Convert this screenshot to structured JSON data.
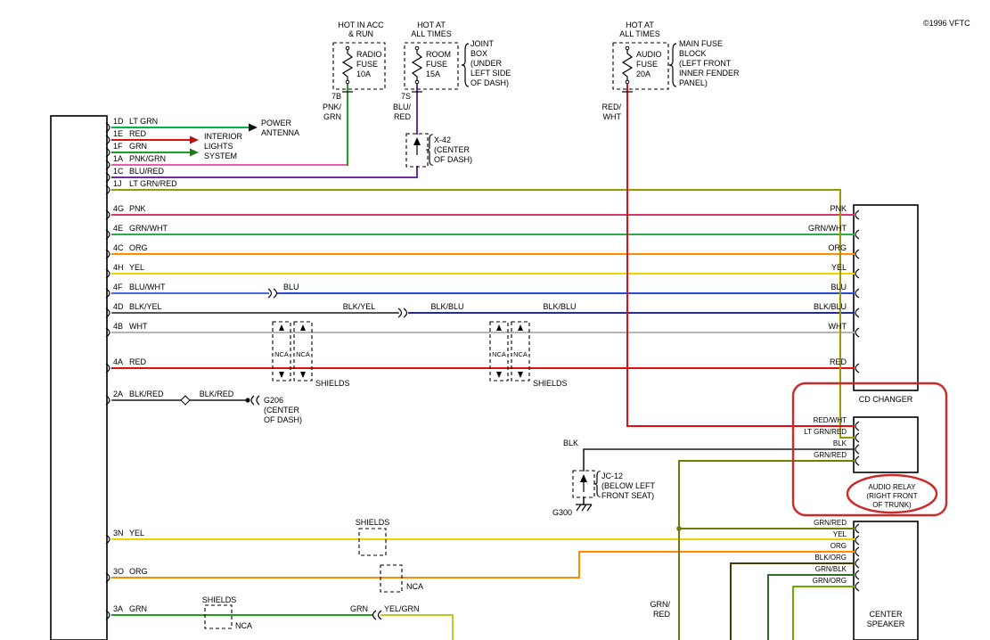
{
  "copyright": "©1996 VFTC",
  "colors": {
    "highlight": "#cc2a2a",
    "lt_grn": "#00b44a",
    "red": "#dd1111",
    "grn": "#1f9e1f",
    "pnk_grn": "#ee58a8",
    "blu_red": "#6a2e9e",
    "lt_grn_red": "#9a9a00",
    "pnk": "#d6356e",
    "grn_wht": "#2fa84f",
    "org": "#ff8c00",
    "yel": "#e8d800",
    "blu_wht": "#4a66e8",
    "blu": "#2b49d8",
    "blk_blu": "#272c8f",
    "wht": "#b5b5b5",
    "blk": "#1a1a1a",
    "grn_red": "#6f7d00",
    "yel_grn": "#b5cc22",
    "blk_org": "#4a3a00",
    "grn_blk": "#2e6b2e",
    "grn_org": "#6fae00"
  },
  "sources": {
    "radio": {
      "cond": [
        "HOT IN ACC",
        "& RUN"
      ],
      "fuse": [
        "RADIO",
        "FUSE",
        "10A"
      ],
      "pin": "7B",
      "wire": [
        "PNK/",
        "GRN"
      ]
    },
    "room": {
      "cond": [
        "HOT AT",
        "ALL TIMES"
      ],
      "fuse": [
        "ROOM",
        "FUSE",
        "15A"
      ],
      "pin": "7S",
      "wire": [
        "BLU/",
        "RED"
      ],
      "location": [
        "JOINT",
        "BOX",
        "(UNDER",
        "LEFT SIDE",
        "OF DASH)"
      ]
    },
    "audio": {
      "cond": [
        "HOT AT",
        "ALL TIMES"
      ],
      "fuse": [
        "AUDIO",
        "FUSE",
        "20A"
      ],
      "wire": [
        "RED/",
        "WHT"
      ],
      "location": [
        "MAIN FUSE",
        "BLOCK",
        "(LEFT FRONT",
        "INNER FENDER",
        "PANEL)"
      ]
    }
  },
  "left_pins": [
    {
      "id": "1D",
      "wire": "LT GRN"
    },
    {
      "id": "1E",
      "wire": "RED"
    },
    {
      "id": "1F",
      "wire": "GRN"
    },
    {
      "id": "1A",
      "wire": "PNK/GRN"
    },
    {
      "id": "1C",
      "wire": "BLU/RED"
    },
    {
      "id": "1J",
      "wire": "LT GRN/RED"
    },
    {
      "id": "4G",
      "wire": "PNK"
    },
    {
      "id": "4E",
      "wire": "GRN/WHT"
    },
    {
      "id": "4C",
      "wire": "ORG"
    },
    {
      "id": "4H",
      "wire": "YEL"
    },
    {
      "id": "4F",
      "wire": "BLU/WHT"
    },
    {
      "id": "4D",
      "wire": "BLK/YEL"
    },
    {
      "id": "4B",
      "wire": "WHT"
    },
    {
      "id": "4A",
      "wire": "RED"
    },
    {
      "id": "2A",
      "wire": "BLK/RED"
    },
    {
      "id": "3N",
      "wire": "YEL"
    },
    {
      "id": "3O",
      "wire": "ORG"
    },
    {
      "id": "3A",
      "wire": "GRN"
    }
  ],
  "destinations": {
    "power_antenna": [
      "POWER",
      "ANTENNA"
    ],
    "interior_lights": [
      "INTERIOR",
      "LIGHTS",
      "SYSTEM"
    ]
  },
  "inline": {
    "blu": "BLU",
    "blk_yel": "BLK/YEL",
    "blk_blu_a": "BLK/BLU",
    "blk_blu_b": "BLK/BLU",
    "blk_red": "BLK/RED",
    "blk": "BLK",
    "grn": "GRN",
    "yel_grn": "YEL/GRN",
    "grn_red": [
      "GRN/",
      "RED"
    ]
  },
  "grounds": {
    "g206": [
      "G206",
      "(CENTER",
      "OF DASH)"
    ],
    "g300": "G300"
  },
  "connectors": {
    "x42": [
      "X-42",
      "(CENTER",
      "OF DASH)"
    ],
    "jc12": [
      "JC-12",
      "(BELOW LEFT",
      "FRONT SEAT)"
    ]
  },
  "shield": {
    "label": "SHIELDS",
    "nca": "NCA"
  },
  "cd_changer": {
    "title": "CD CHANGER",
    "pins": [
      "PNK",
      "GRN/WHT",
      "ORG",
      "YEL",
      "BLU",
      "BLK/BLU",
      "WHT",
      "RED"
    ]
  },
  "audio_relay": {
    "pins": [
      "RED/WHT",
      "LT GRN/RED",
      "BLK",
      "GRN/RED"
    ],
    "label": [
      "AUDIO RELAY",
      "(RIGHT FRONT",
      "OF TRUNK)"
    ]
  },
  "center_speaker": {
    "title": [
      "CENTER",
      "SPEAKER"
    ],
    "pins": [
      "GRN/RED",
      "YEL",
      "ORG",
      "BLK/ORG",
      "GRN/BLK",
      "GRN/ORG"
    ]
  }
}
